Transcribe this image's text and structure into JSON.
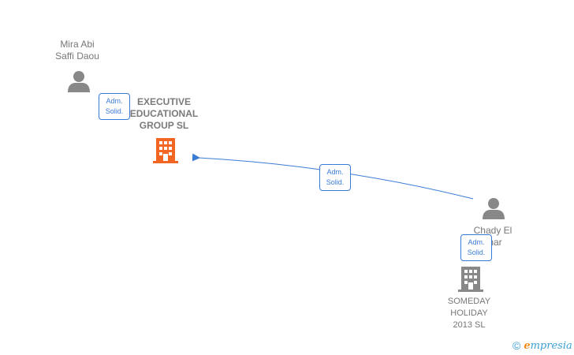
{
  "nodes": {
    "mira": {
      "label": "Mira Abi\nSaffi Daou",
      "icon": "person-icon"
    },
    "executive": {
      "label": "EXECUTIVE\nEDUCATIONAL\nGROUP  SL",
      "icon": "building-icon",
      "color": "#f26522"
    },
    "chady": {
      "label": "Chady El\nchar",
      "icon": "person-icon"
    },
    "someday": {
      "label": "SOMEDAY\nHOLIDAY\n2013  SL",
      "icon": "building-icon",
      "color": "#888888"
    }
  },
  "edges": [
    {
      "from": "mira",
      "to": "executive",
      "badge": {
        "line1": "Adm.",
        "line2": "Solid."
      }
    },
    {
      "from": "chady",
      "to": "executive",
      "badge": {
        "line1": "Adm.",
        "line2": "Solid."
      }
    },
    {
      "from": "chady",
      "to": "someday",
      "badge": {
        "line1": "Adm.",
        "line2": "Solid."
      }
    }
  ],
  "colors": {
    "edge": "#3a7bd5",
    "person": "#888888"
  },
  "brand": {
    "copyright": "©",
    "initial": "e",
    "name": "mpresia"
  }
}
